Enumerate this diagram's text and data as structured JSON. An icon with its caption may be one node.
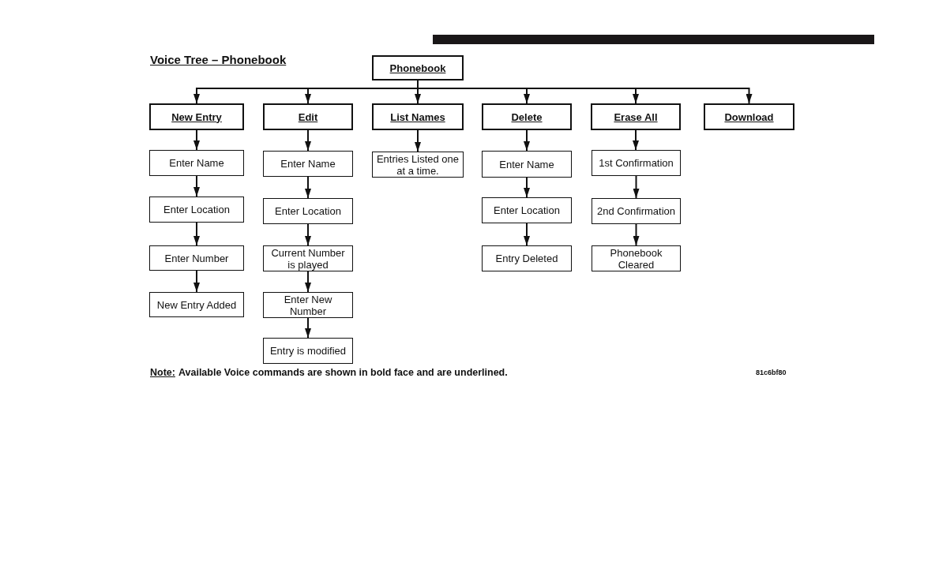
{
  "diagram": {
    "title": "Voice Tree – Phonebook",
    "nodes": [
      {
        "text": [
          "Phonebook"
        ]
      },
      {
        "text": [
          "New Entry"
        ]
      },
      {
        "text": [
          "Edit"
        ]
      },
      {
        "text": [
          "List Names"
        ]
      },
      {
        "text": [
          "Delete"
        ]
      },
      {
        "text": [
          "Erase All"
        ]
      },
      {
        "text": [
          "Download"
        ]
      },
      {
        "text": [
          "Enter Name"
        ]
      },
      {
        "text": [
          "Enter Name"
        ]
      },
      {
        "text": [
          "Entries Listed one at a time."
        ]
      },
      {
        "text": [
          "Enter Name"
        ]
      },
      {
        "text": [
          "1st Confirmation"
        ]
      },
      {
        "text": [
          "Enter Location"
        ]
      },
      {
        "text": [
          "Enter Location"
        ]
      },
      {
        "text": [
          "Enter Location"
        ]
      },
      {
        "text": [
          "2nd Confirmation"
        ]
      },
      {
        "text": [
          "Enter Number"
        ]
      },
      {
        "text": [
          "Current Number is played"
        ]
      },
      {
        "text": [
          "Entry Deleted"
        ]
      },
      {
        "text": [
          "Phonebook Cleared"
        ]
      },
      {
        "text": [
          "New Entry Added"
        ]
      },
      {
        "text": [
          "Enter New Number"
        ]
      },
      {
        "text": [
          "Entry is modified"
        ]
      }
    ],
    "edges": [
      {
        "from": 0,
        "to": 1,
        "arrow": "to"
      },
      {
        "from": 0,
        "to": 2,
        "arrow": "to"
      },
      {
        "from": 0,
        "to": 3,
        "arrow": "to"
      },
      {
        "from": 0,
        "to": 4,
        "arrow": "to"
      },
      {
        "from": 0,
        "to": 5,
        "arrow": "to"
      },
      {
        "from": 0,
        "to": 6,
        "arrow": "to"
      },
      {
        "from": 1,
        "to": 7,
        "arrow": "to"
      },
      {
        "from": 7,
        "to": 12,
        "arrow": "to"
      },
      {
        "from": 12,
        "to": 16,
        "arrow": "to"
      },
      {
        "from": 16,
        "to": 20,
        "arrow": "to"
      },
      {
        "from": 2,
        "to": 8,
        "arrow": "to"
      },
      {
        "from": 8,
        "to": 13,
        "arrow": "to"
      },
      {
        "from": 13,
        "to": 17,
        "arrow": "to"
      },
      {
        "from": 17,
        "to": 21,
        "arrow": "to"
      },
      {
        "from": 21,
        "to": 22,
        "arrow": "to"
      },
      {
        "from": 3,
        "to": 9,
        "arrow": "to"
      },
      {
        "from": 4,
        "to": 10,
        "arrow": "to"
      },
      {
        "from": 10,
        "to": 14,
        "arrow": "to"
      },
      {
        "from": 14,
        "to": 18,
        "arrow": "to"
      },
      {
        "from": 5,
        "to": 11,
        "arrow": "to"
      },
      {
        "from": 11,
        "to": 15,
        "arrow": "to"
      },
      {
        "from": 15,
        "to": 19,
        "arrow": "to"
      }
    ],
    "labels": [
      "Note:",
      "Available Voice commands are shown in bold face and are underlined.",
      "81c6bf80"
    ]
  }
}
